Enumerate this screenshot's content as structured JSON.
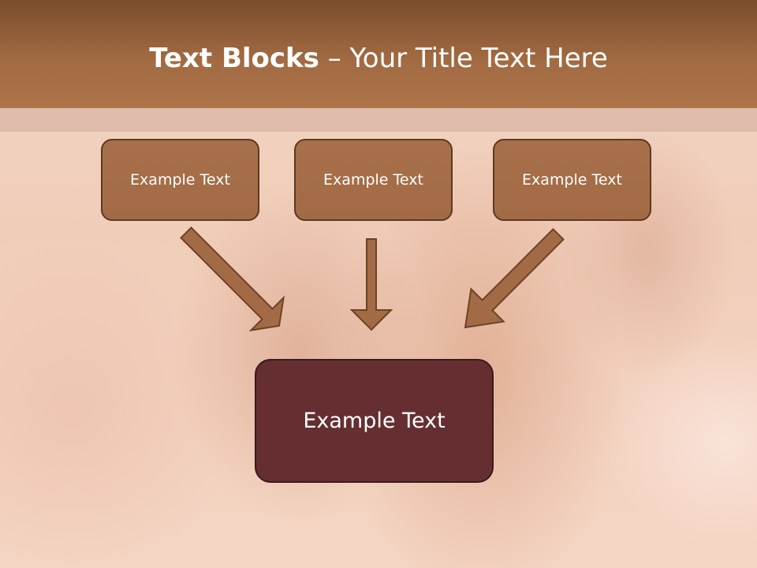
{
  "title": {
    "bold": "Text Blocks",
    "separator": " – ",
    "rest": "Your Title Text Here"
  },
  "boxes": {
    "top_left": "Example Text",
    "top_center": "Example Text",
    "top_right": "Example Text",
    "bottom": "Example Text"
  },
  "colors": {
    "header": "#a16a42",
    "box_top_fill": "#a36b45",
    "box_bottom_fill": "#652f31",
    "arrow_fill": "#a36b45",
    "arrow_stroke": "#6b4325"
  }
}
